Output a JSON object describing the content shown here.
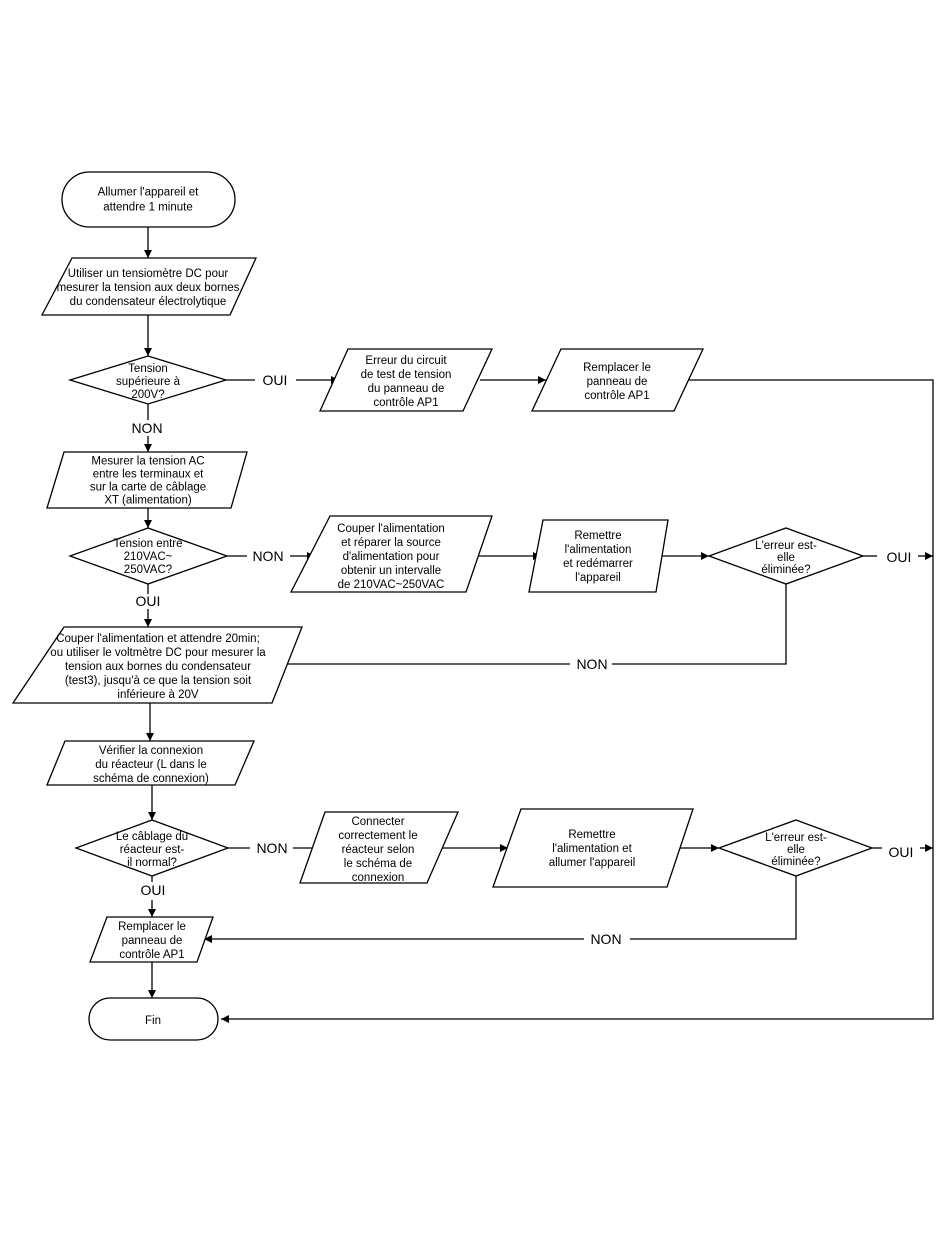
{
  "nodes": {
    "start": "Allumer l'appareil et\nattendre 1 minute",
    "measure_dc": "Utiliser un tensiomètre DC pour\nmesurer la tension aux deux bornes\ndu condensateur électrolytique",
    "dec_voltage": "Tension\nsupérieure à\n200V?",
    "err_circuit": "Erreur du circuit\nde test de tension\ndu panneau de\ncontrôle AP1",
    "replace_ap1_top": "Remplacer le\npanneau de\ncontrôle AP1",
    "measure_ac": "Mesurer la tension AC\nentre les terminaux et\nsur la carte de câblage\nXT (alimentation)",
    "dec_range": "Tension entre\n210VAC~\n250VAC?",
    "cut_repair": "Couper l'alimentation\net réparer la source\nd'alimentation pour\nobtenir un intervalle\nde 210VAC~250VAC",
    "restore_restart": "Remettre\nl'alimentation\net redémarrer\nl'appareil",
    "dec_fixed_1": "L'erreur est-\nelle\néliminée?",
    "cut_wait": "Couper l'alimentation et attendre 20min;\nou utiliser le voltmètre DC pour mesurer la\ntension aux bornes du condensateur\n(test3), jusqu'à ce que la tension soit\ninférieure à 20V",
    "check_reactor": "Vérifier la connexion\ndu réacteur (L dans le\nschéma de connexion)",
    "dec_wiring": "Le câblage du\nréacteur est-\nil normal?",
    "connect_reactor": "Connecter\ncorrectement le\nréacteur selon\nle schéma de\nconnexion",
    "restore_power_on": "Remettre\nl'alimentation et\nallumer l'appareil",
    "dec_fixed_2": "L'erreur est-\nelle\néliminée?",
    "replace_ap1_bottom": "Remplacer le\npanneau de\ncontrôle AP1",
    "end": "Fin"
  },
  "labels": {
    "oui_voltage": "OUI",
    "non_voltage": "NON",
    "non_range": "NON",
    "oui_range": "OUI",
    "oui_fixed_1": "OUI",
    "non_fixed_1": "NON",
    "non_wiring": "NON",
    "oui_wiring": "OUI",
    "oui_fixed_2": "OUI",
    "non_fixed_2": "NON"
  }
}
